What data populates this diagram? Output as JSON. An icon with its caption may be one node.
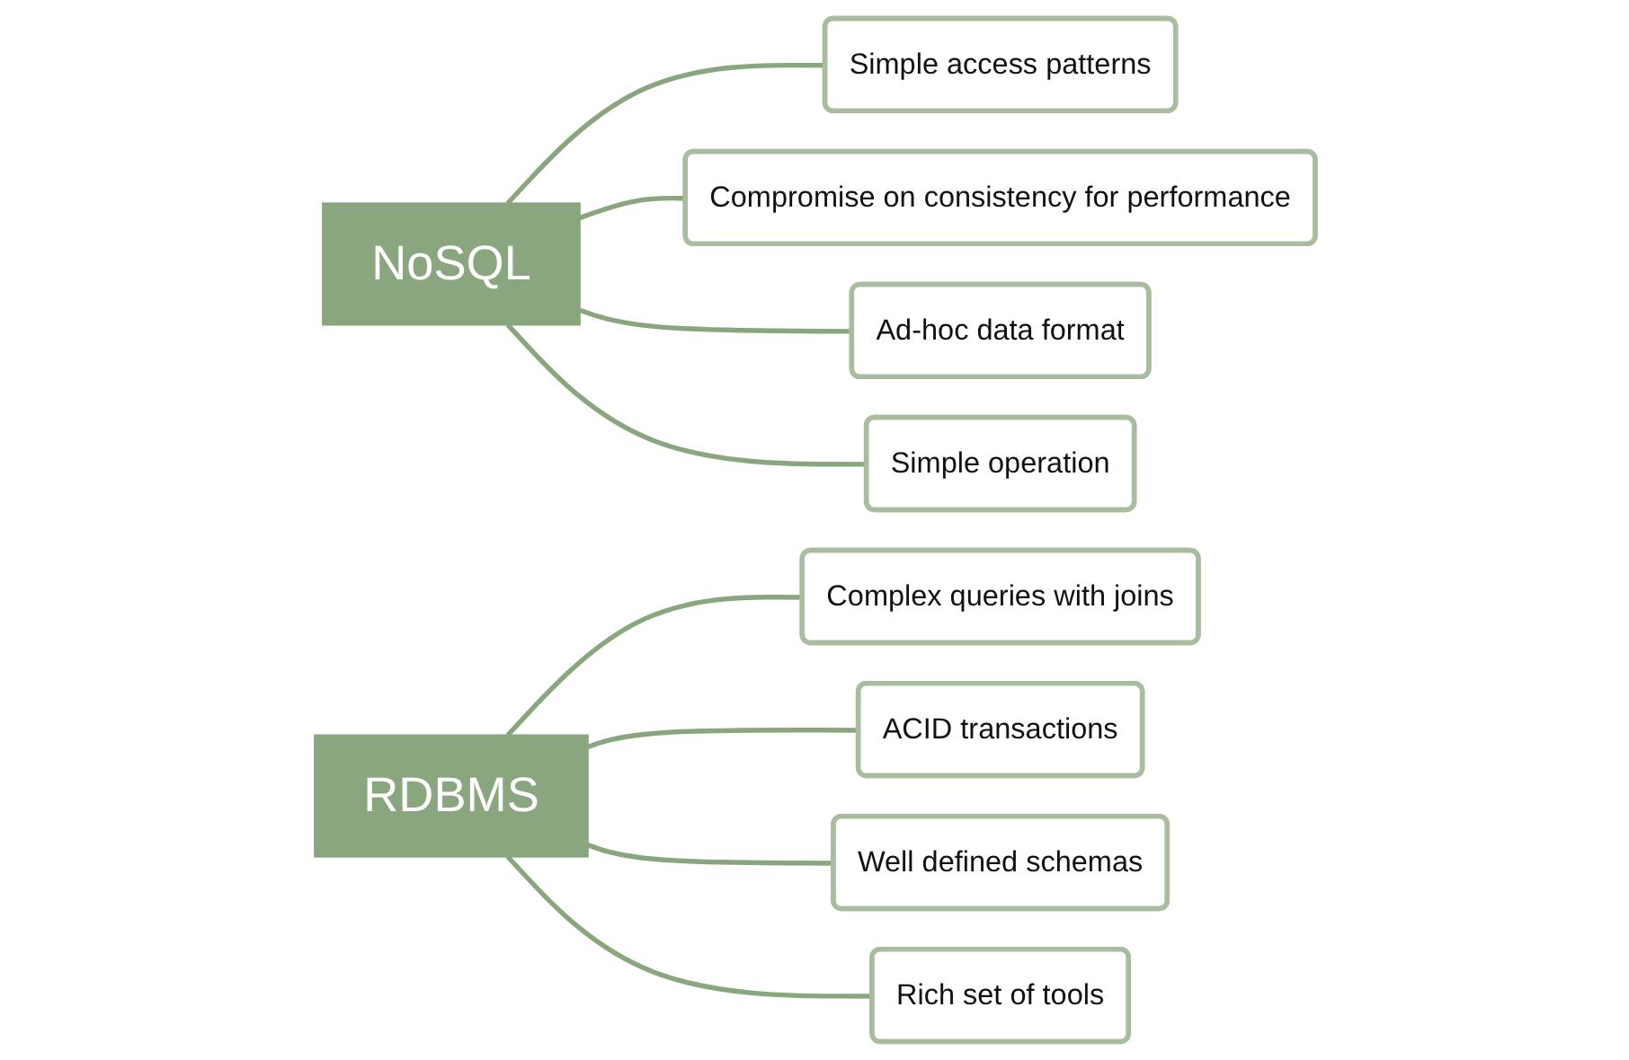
{
  "diagram": {
    "nodes": [
      {
        "text": [
          "NoSQL"
        ]
      },
      {
        "text": [
          "Simple access patterns"
        ]
      },
      {
        "text": [
          "Compromise on consistency for performance"
        ]
      },
      {
        "text": [
          "Ad-hoc data format"
        ]
      },
      {
        "text": [
          "Simple operation"
        ]
      },
      {
        "text": [
          "RDBMS"
        ]
      },
      {
        "text": [
          "Complex queries with joins"
        ]
      },
      {
        "text": [
          "ACID transactions"
        ]
      },
      {
        "text": [
          "Well defined schemas"
        ]
      },
      {
        "text": [
          "Rich set of tools"
        ]
      }
    ],
    "edges": [
      {
        "from": 0,
        "to": 1,
        "arrow": "none"
      },
      {
        "from": 0,
        "to": 2,
        "arrow": "none"
      },
      {
        "from": 0,
        "to": 3,
        "arrow": "none"
      },
      {
        "from": 0,
        "to": 4,
        "arrow": "none"
      },
      {
        "from": 5,
        "to": 6,
        "arrow": "none"
      },
      {
        "from": 5,
        "to": 7,
        "arrow": "none"
      },
      {
        "from": 5,
        "to": 8,
        "arrow": "none"
      },
      {
        "from": 5,
        "to": 9,
        "arrow": "none"
      }
    ]
  }
}
